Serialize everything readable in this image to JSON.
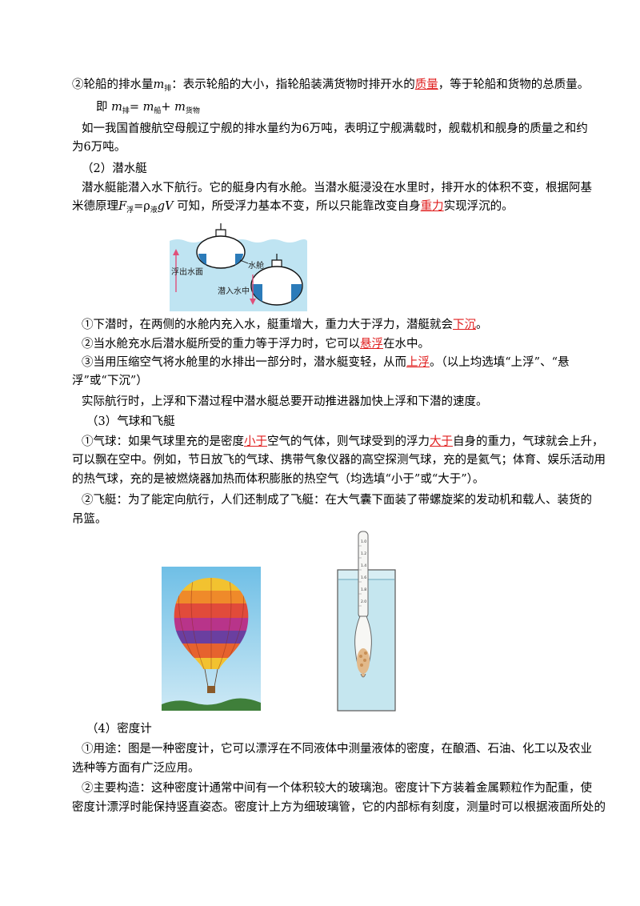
{
  "ship": {
    "p1": "②轮船的排水量",
    "m": "m",
    "pai": "排",
    "p1_mid": "：表示轮船的大小，指轮船装满货物时排开水的",
    "ans_mass": "质量",
    "p1_end": "，等于轮船和货物的总质量。",
    "formula_ji": "即",
    "formula_eq": "=",
    "chuan": "船",
    "plus": "+",
    "huowu": "货物",
    "example_l1": "如一我国首艘航空母舰辽宁舰的排水量约为6万吨，表明辽宁舰满载时，舰载机和舰身的质量之和约",
    "example_l2": "为6万吨。"
  },
  "submarine": {
    "heading": "（2）潜水艇",
    "l1": "潜水艇能潜入水下航行。它的艇身内有水舱。当潜水艇浸没在水里时，排开水的体积不变，根据阿基",
    "l2_a": "米德原理",
    "F": "F",
    "fu": "浮",
    "eq": "=ρ",
    "ye": "液",
    "gV": "gV",
    "l2_b": "可知，所受浮力基本不变，所以只能靠改变自身",
    "ans_gravity": "重力",
    "l2_c": "实现浮沉的。",
    "fig_label_tank": "水舱",
    "fig_label_up": "浮出水面",
    "fig_label_down": "潜入水中",
    "item1_a": "①下潜时，在两侧的水舱内充入水，艇重增大，重力大于浮力，潜艇就会",
    "ans_sink": "下沉",
    "item1_b": "。",
    "item2_a": "②当水舱充水后潜水艇所受的重力等于浮力时，它可以",
    "ans_suspend": "悬浮",
    "item2_b": "在水中。",
    "item3_a": "③当用压缩空气将水舱里的水排出一部分时，潜水艇变轻，从而",
    "ans_rise": "上浮",
    "item3_b": "。（以上均选填“上浮”、“悬",
    "item3_c": "浮”或“下沉”）",
    "note": "实际航行时，上浮和下潜过程中潜水艇总要开动推进器加快上浮和下潜的速度。"
  },
  "balloon": {
    "heading": "（3）气球和飞艇",
    "l1_a": "①气球：如果气球里充的是密度",
    "ans_less": "小于",
    "l1_b": "空气的气体，则气球受到的浮力",
    "ans_greater": "大于",
    "l1_c": "自身的重力，气球就会上升，",
    "l2": "可以飘在空中。例如，节日放飞的气球、携带气象仪器的高空探测气球，充的是氦气；体育、娱乐活动用",
    "l3": "的热气球，充的是被燃烧器加热而体积膨胀的热空气（均选填“小于”或“大于”）。",
    "airship_l1": "②飞艇：为了能定向航行，人们还制成了飞艇：在大气囊下面装了带螺旋桨的发动机和载人、装货的",
    "airship_l2": "吊篮。"
  },
  "hydrometer": {
    "heading": "（4）密度计",
    "use_l1": "①用途：图是一种密度计，它可以漂浮在不同液体中测量液体的密度，在酿酒、石油、化工以及农业",
    "use_l2": "选种等方面有广泛应用。",
    "struct_l1": "②主要构造：这种密度计通常中间有一个体积较大的玻璃泡。密度计下方装着金属颗粒作为配重，使",
    "struct_l2": "密度计漂浮时能保持竖直姿态。密度计上方为细玻璃管，它的内部标有刻度，测量时可以根据液面所处的",
    "scale_marks": [
      "1.0",
      "1.2",
      "1.4",
      "1.6",
      "1.8",
      "2.0"
    ]
  },
  "colors": {
    "answer": "#e01e1e",
    "water": "#bfe4f2",
    "sky": "#9fd4ee"
  }
}
